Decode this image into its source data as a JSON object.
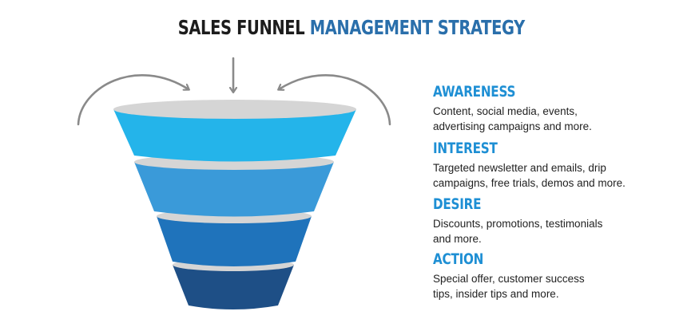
{
  "title": {
    "part1": "SALES FUNNEL",
    "part2": "MANAGEMENT STRATEGY"
  },
  "colors": {
    "title_dark": "#1c1c1c",
    "title_blue": "#2a6fab",
    "stage_heading": "#1e8fd4",
    "arrow": "#8a8a8a",
    "funnel_layers": [
      "#24b4ea",
      "#3a9ad9",
      "#1f73bb",
      "#1e4f86"
    ]
  },
  "arrows": [
    "arrow-curved-left",
    "arrow-down",
    "arrow-curved-right"
  ],
  "stages": [
    {
      "heading": "AWARENESS",
      "description": "Content, social media, events, advertising campaigns and more."
    },
    {
      "heading": "INTEREST",
      "description": "Targeted newsletter and emails, drip campaigns, free trials, demos and more."
    },
    {
      "heading": "DESIRE",
      "description": "Discounts, promotions, testimonials and more."
    },
    {
      "heading": "ACTION",
      "description": "Special offer, customer success tips, insider tips and more."
    }
  ]
}
